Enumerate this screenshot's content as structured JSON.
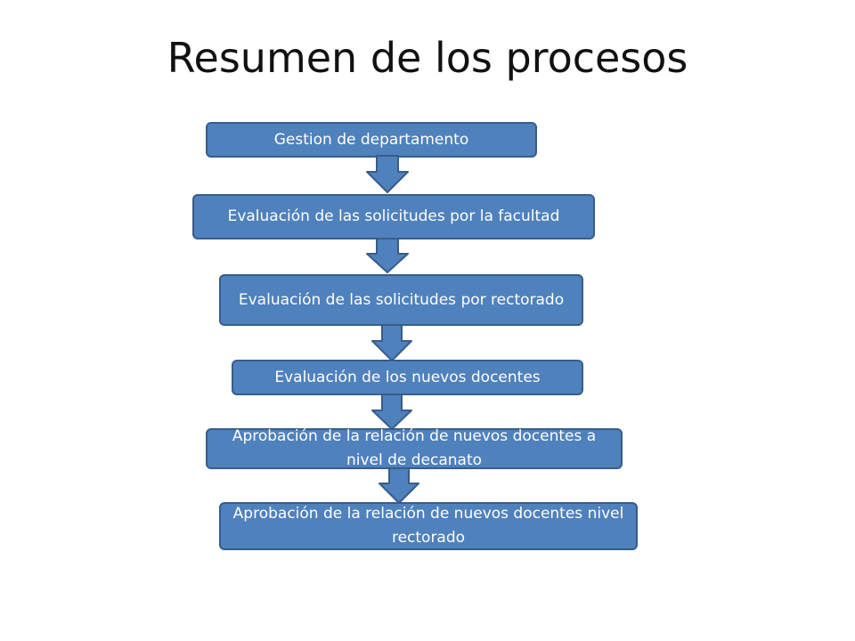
{
  "slide": {
    "title": "Resumen de los procesos"
  },
  "colors": {
    "box_fill": "#4f81bd",
    "box_border": "#385d8a",
    "text": "#ffffff"
  },
  "flow": {
    "steps": [
      {
        "label": "Gestion de departamento"
      },
      {
        "label": "Evaluación de las solicitudes  por la facultad"
      },
      {
        "label": "Evaluación de las solicitudes por rectorado"
      },
      {
        "label": "Evaluación de los nuevos docentes"
      },
      {
        "label": "Aprobación de la relación de nuevos docentes a nivel de decanato"
      },
      {
        "label": "Aprobación de la relación  de nuevos docentes nivel  rectorado"
      }
    ]
  }
}
